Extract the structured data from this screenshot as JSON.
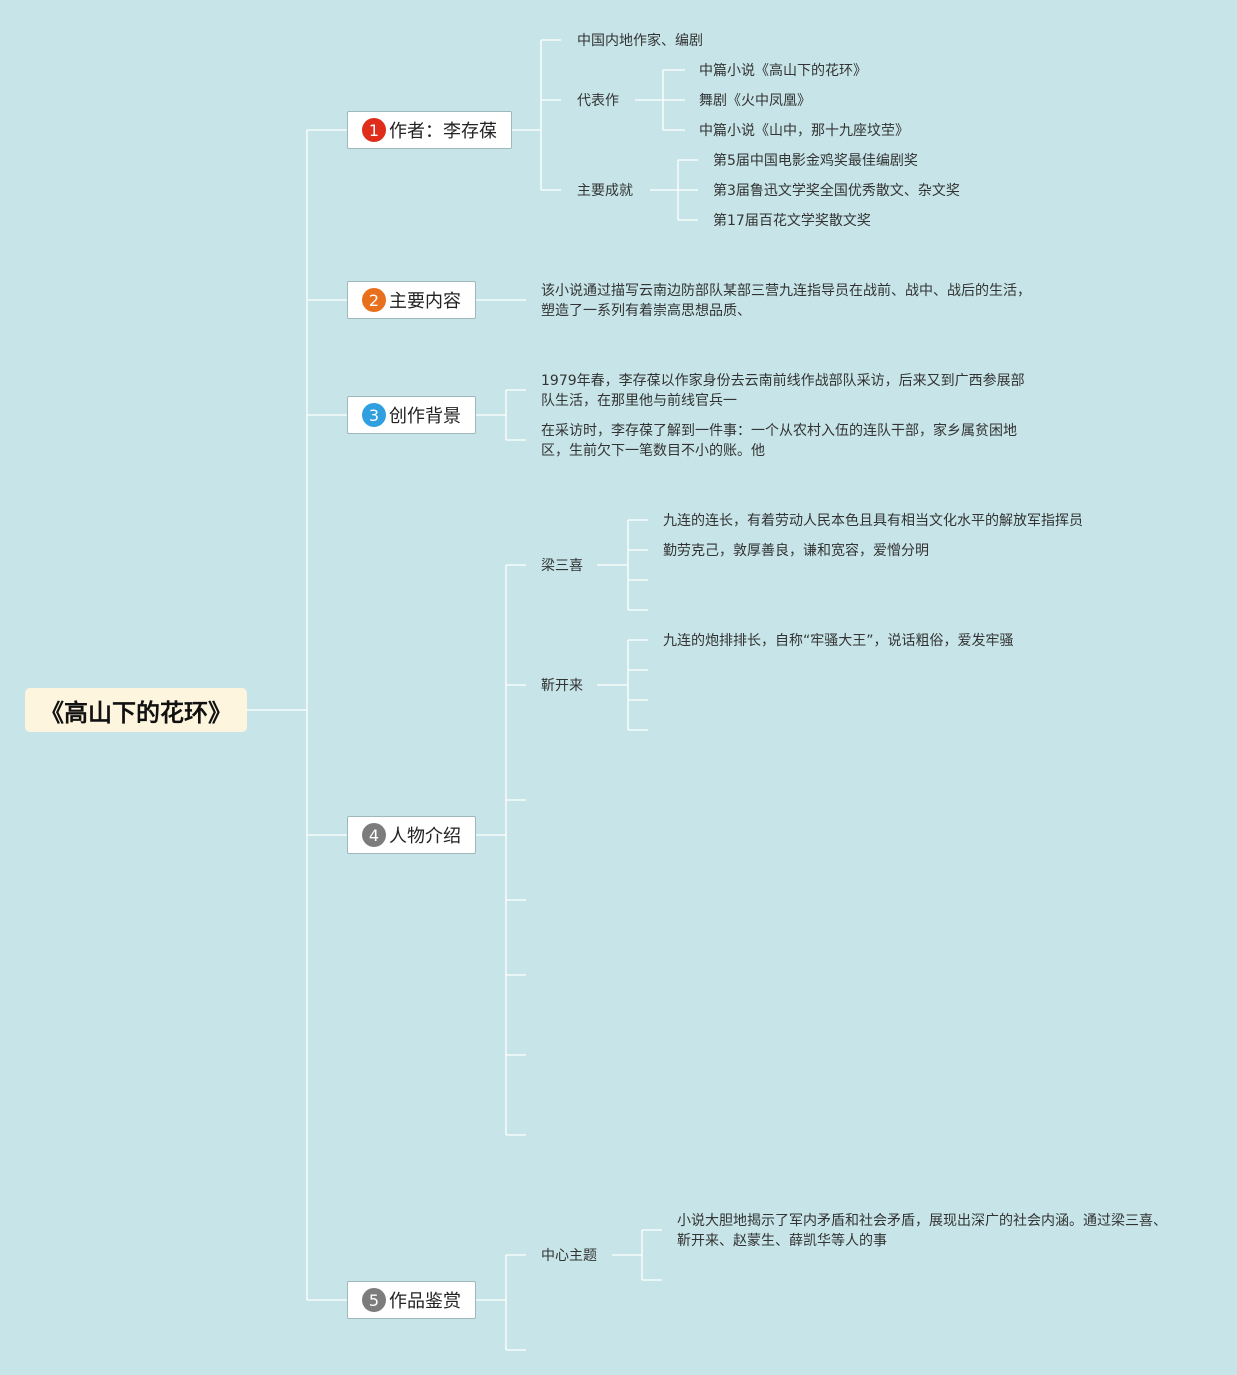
{
  "root": {
    "title": "《高山下的花环》"
  },
  "topics": [
    {
      "num": "1",
      "color": "#e02d1b",
      "label": "作者：李存葆"
    },
    {
      "num": "2",
      "color": "#e8701c",
      "label": "主要内容"
    },
    {
      "num": "3",
      "color": "#2f9fe0",
      "label": "创作背景"
    },
    {
      "num": "4",
      "color": "#7c7c7c",
      "label": "人物介绍"
    },
    {
      "num": "5",
      "color": "#7c7c7c",
      "label": "作品鉴赏"
    }
  ],
  "author": {
    "intro": "中国内地作家、编剧",
    "works_label": "代表作",
    "works": [
      "中篇小说《高山下的花环》",
      "舞剧《火中凤凰》",
      "中篇小说《山中，那十九座坟茔》"
    ],
    "achievements_label": "主要成就",
    "achievements": [
      "第5届中国电影金鸡奖最佳编剧奖",
      "第3届鲁迅文学奖全国优秀散文、杂文奖",
      "第17届百花文学奖散文奖"
    ]
  },
  "content": {
    "text": "该小说通过描写云南边防部队某部三营九连指导员在战前、战中、战后的生活，塑造了一系列有着崇高思想品质、"
  },
  "background": {
    "p1": "1979年春，李存葆以作家身份去云南前线作战部队采访，后来又到广西参展部队生活，在那里他与前线官兵一",
    "p2": "在采访时，李存葆了解到一件事：一个从农村入伍的连队干部，家乡属贫困地区，生前欠下一笔数目不小的账。他"
  },
  "characters": {
    "c1_name": "梁三喜",
    "c1_notes": [
      "九连的连长，有着劳动人民本色且具有相当文化水平的解放军指挥员",
      "勤劳克己，敦厚善良，谦和宽容，爱憎分明"
    ],
    "c2_name": "靳开来",
    "c2_notes": [
      "九连的炮排排长，自称“牢骚大王”，说话粗俗，爱发牢骚"
    ]
  },
  "appreciation": {
    "theme_label": "中心主题",
    "theme_text": "小说大胆地揭示了军内矛盾和社会矛盾，展现出深广的社会内涵。通过梁三喜、靳开来、赵蒙生、薛凯华等人的事"
  },
  "colors": {
    "background": "#c7e5e8",
    "root_fill": "#fdf5dd",
    "connector": "#ffffff"
  }
}
